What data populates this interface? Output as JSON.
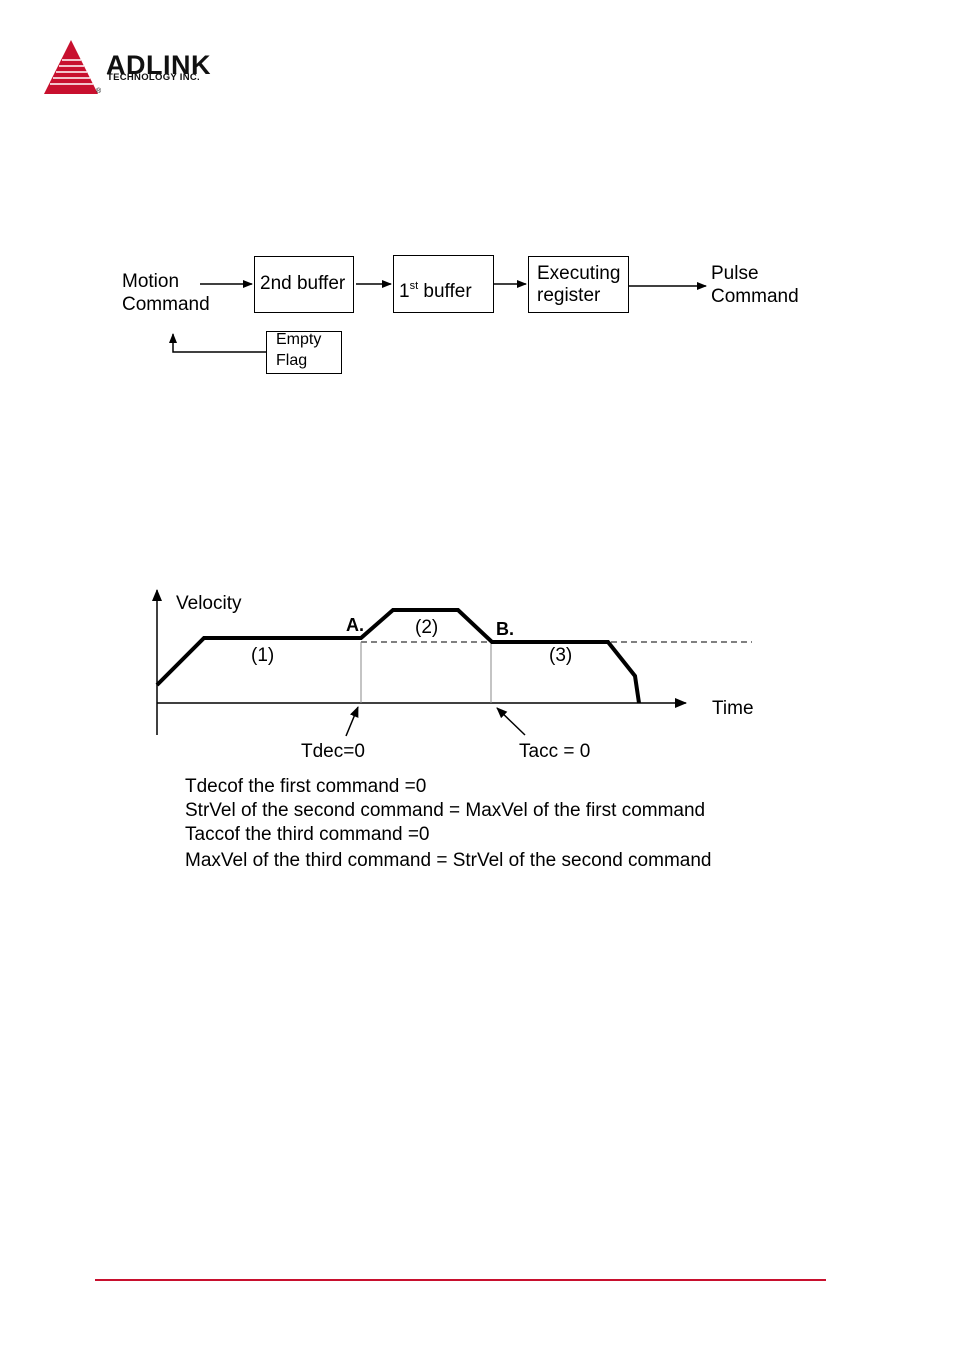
{
  "header": {
    "brand_name": "ADLINK",
    "brand_subtitle": "TECHNOLOGY INC.",
    "registered_mark": "®",
    "brand_color": "#c8102e"
  },
  "buffer_diagram": {
    "input_label_line1": "Motion",
    "input_label_line2": "Command",
    "second_buffer": "2nd buffer",
    "first_buffer_prefix": "1",
    "first_buffer_sup": "st",
    "first_buffer_suffix": "buffer",
    "executing_line1": "Executing",
    "executing_line2": "register",
    "output_line1": "Pulse",
    "output_line2": "Command",
    "empty_flag_line1": "Empty",
    "empty_flag_line2": "Flag"
  },
  "velocity_diagram": {
    "y_axis_label": "Velocity",
    "x_axis_label": "Time",
    "point_a": "A.",
    "point_b": "B.",
    "segment_1": "(1)",
    "segment_2": "(2)",
    "segment_3": "(3)",
    "tdec_label": "Tdec=0",
    "tacc_label": "Tacc = 0"
  },
  "notes": [
    "Tdecof the first command =0",
    "StrVel of the second command = MaxVel of the first command",
    "Taccof the third command =0",
    "MaxVel of the third command = StrVel of the second command"
  ],
  "footer": {
    "rule_color": "#c8102e"
  }
}
